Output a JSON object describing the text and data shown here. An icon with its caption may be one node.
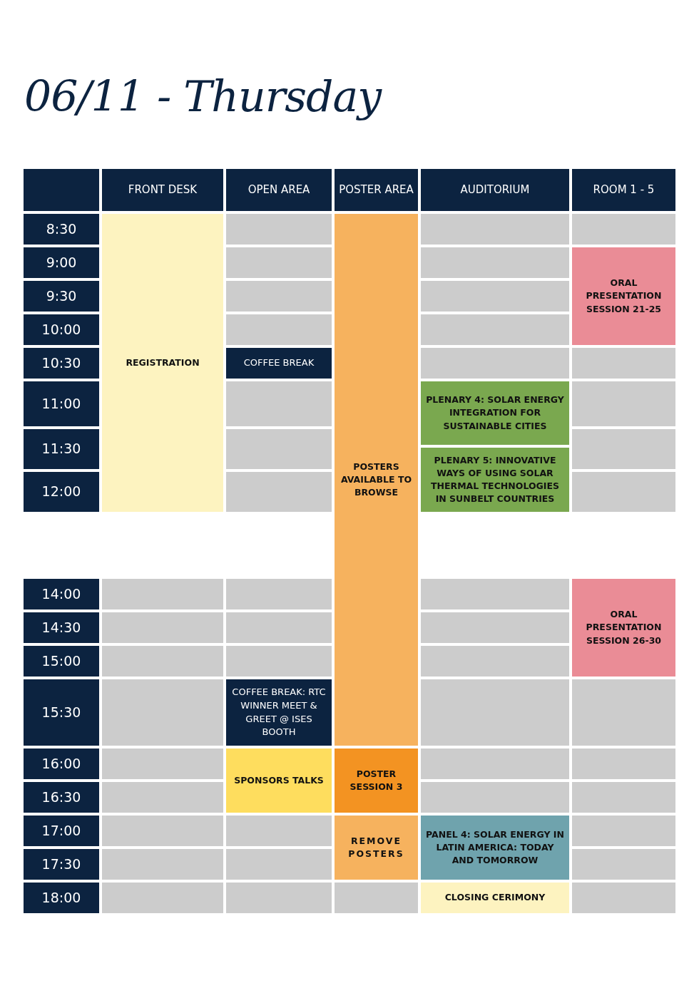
{
  "diagram": {
    "title": "06/11 - Thursday",
    "labels": [
      "FRONT DESK",
      "OPEN AREA",
      "POSTER AREA",
      "AUDITORIUM",
      "ROOM 1 - 5",
      "8:30",
      "REGISTRATION",
      "POSTERS AVAILABLE TO BROWSE",
      "9:00",
      "ORAL PRESENTATION SESSION 21-25",
      "9:30",
      "10:00",
      "10:30",
      "COFFEE BREAK",
      "11:00",
      "PLENARY 4: SOLAR ENERGY INTEGRATION FOR SUSTAINABLE CITIES",
      "11:30",
      "PLENARY 5: INNOVATIVE WAYS OF USING SOLAR THERMAL TECHNOLOGIES IN SUNBELT COUNTRIES",
      "12:00",
      "14:00",
      "ORAL PRESENTATION SESSION 26-30",
      "14:30",
      "15:00",
      "15:30",
      "COFFEE BREAK: RTC WINNER MEET & GREET @ ISES BOOTH",
      "16:00",
      "SPONSORS TALKS",
      "POSTER SESSION 3",
      "16:30",
      "17:00",
      "REMOVE POSTERS",
      "PANEL 4: SOLAR ENERGY IN LATIN AMERICA: TODAY AND TOMORROW",
      "17:30",
      "18:00",
      "CLOSING CERIMONY"
    ]
  }
}
